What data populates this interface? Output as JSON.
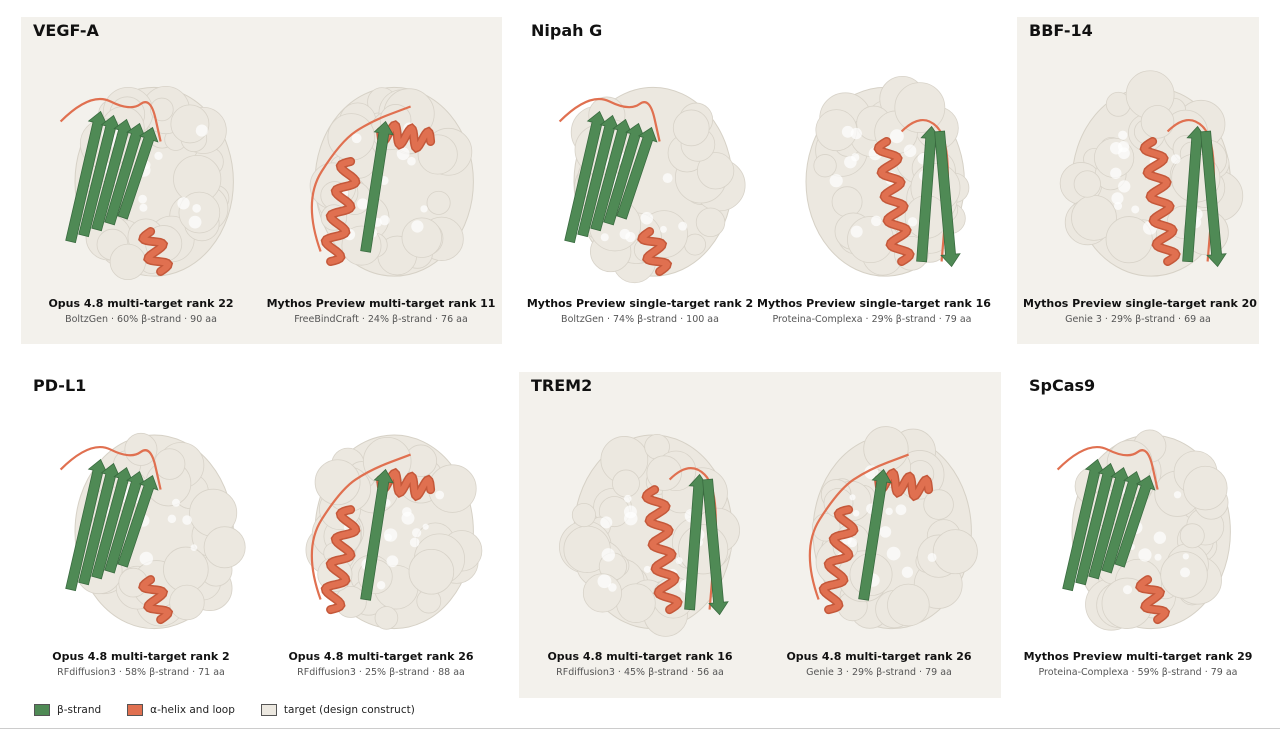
{
  "colors": {
    "strand": "#4f8a55",
    "helix": "#e07050",
    "target": "#ece8e0",
    "panel_shade": "#f3f1ec"
  },
  "panels": [
    {
      "title": "VEGF-A",
      "designs": [
        {
          "title": "Opus 4.8 multi-target rank 22",
          "subtitle": "BoltzGen · 60% β-strand · 90 aa",
          "style": "strand"
        },
        {
          "title": "Mythos Preview multi-target rank 11",
          "subtitle": "FreeBindCraft · 24% β-strand · 76 aa",
          "style": "helix"
        }
      ]
    },
    {
      "title": "Nipah G",
      "designs": [
        {
          "title": "Mythos Preview single-target rank 2",
          "subtitle": "BoltzGen · 74% β-strand · 100 aa",
          "style": "strand"
        },
        {
          "title": "Mythos Preview single-target rank 16",
          "subtitle": "Proteina-Complexa · 29% β-strand · 79 aa",
          "style": "mixed"
        }
      ]
    },
    {
      "title": "BBF-14",
      "designs": [
        {
          "title": "Mythos Preview single-target rank 20",
          "subtitle": "Genie 3 · 29% β-strand · 69 aa",
          "style": "mixed"
        }
      ]
    },
    {
      "title": "PD-L1",
      "designs": [
        {
          "title": "Opus 4.8 multi-target rank 2",
          "subtitle": "RFdiffusion3 · 58% β-strand · 71 aa",
          "style": "strand"
        },
        {
          "title": "Opus 4.8 multi-target rank 26",
          "subtitle": "RFdiffusion3 · 25% β-strand · 88 aa",
          "style": "helix"
        }
      ]
    },
    {
      "title": "TREM2",
      "designs": [
        {
          "title": "Opus 4.8 multi-target rank 16",
          "subtitle": "RFdiffusion3 · 45% β-strand · 56 aa",
          "style": "mixed"
        },
        {
          "title": "Opus 4.8 multi-target rank 26",
          "subtitle": "Genie 3 · 29% β-strand · 79 aa",
          "style": "helix"
        }
      ]
    },
    {
      "title": "SpCas9",
      "designs": [
        {
          "title": "Mythos Preview multi-target rank 29",
          "subtitle": "Proteina-Complexa · 59% β-strand · 79 aa",
          "style": "strand"
        }
      ]
    }
  ],
  "legend": [
    {
      "label": "β-strand",
      "color": "#4f8a55"
    },
    {
      "label": "α-helix and loop",
      "color": "#e07050"
    },
    {
      "label": "target (design construct)",
      "color": "#ece8e0"
    }
  ]
}
